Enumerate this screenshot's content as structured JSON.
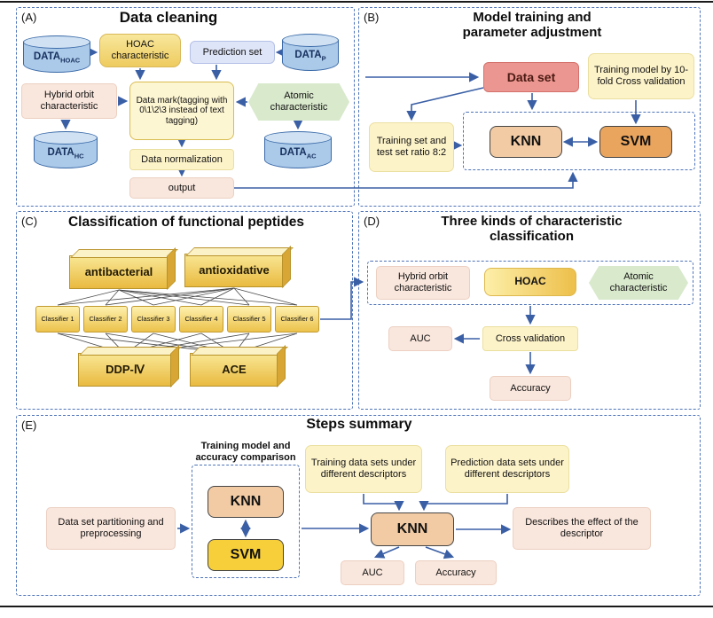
{
  "colors": {
    "arrow": "#3a5fa5",
    "panel_border": "#4f74b8",
    "cylinder_blue": "#abc9e8",
    "gold": "#eecb5f",
    "pale_yellow": "#fdf3c9",
    "pink": "#f9e6dc",
    "hex_green": "#d9e9cc",
    "data_set_red": "#ec9691",
    "knn_tan": "#f2cba4",
    "svm_orange": "#e9a45e",
    "svm_gold": "#f6cf3b"
  },
  "panelA": {
    "tag": "(A)",
    "title": "Data cleaning",
    "data_hoac": {
      "main": "DATA",
      "sub": "HOAC"
    },
    "hoac_characteristic": "HOAC characteristic",
    "prediction_set": "Prediction set",
    "data_p": {
      "main": "DATA",
      "sub": "P"
    },
    "hybrid_orbit": "Hybrid orbit characteristic",
    "data_mark": "Data mark(tagging with 0\\1\\2\\3 instead of text tagging)",
    "atomic": "Atomic characteristic",
    "data_hc": {
      "main": "DATA",
      "sub": "HC"
    },
    "data_ac": {
      "main": "DATA",
      "sub": "AC"
    },
    "normalization": "Data normalization",
    "output": "output"
  },
  "panelB": {
    "tag": "(B)",
    "title": "Model training and parameter adjustment",
    "data_set": "Data set",
    "training_model": "Training model by 10-fold Cross validation",
    "training_ratio": "Training set and test set ratio 8:2",
    "knn": "KNN",
    "svm": "SVM"
  },
  "panelC": {
    "tag": "(C)",
    "title": "Classification of functional peptides",
    "antibacterial": "antibacterial",
    "antioxidative": "antioxidative",
    "classifiers": [
      "Classifier 1",
      "Classifier 2",
      "Classifier 3",
      "Classifier 4",
      "Classifier 5",
      "Classifier 6"
    ],
    "ddp": "DDP-Ⅳ",
    "ace": "ACE"
  },
  "panelD": {
    "tag": "(D)",
    "title": "Three kinds of characteristic classification",
    "hybrid_orbit": "Hybrid orbit characteristic",
    "hoac": "HOAC",
    "atomic": "Atomic characteristic",
    "auc": "AUC",
    "cross_validation": "Cross validation",
    "accuracy": "Accuracy"
  },
  "panelE": {
    "tag": "(E)",
    "title": "Steps summary",
    "training_model_label": "Training model and accuracy comparison",
    "knn1": "KNN",
    "svm": "SVM",
    "training_data": "Training data sets under different descriptors",
    "prediction_data": "Prediction data sets under different descriptors",
    "partitioning": "Data set partitioning and preprocessing",
    "knn2": "KNN",
    "describes": "Describes the effect of the descriptor",
    "auc": "AUC",
    "accuracy": "Accuracy"
  }
}
